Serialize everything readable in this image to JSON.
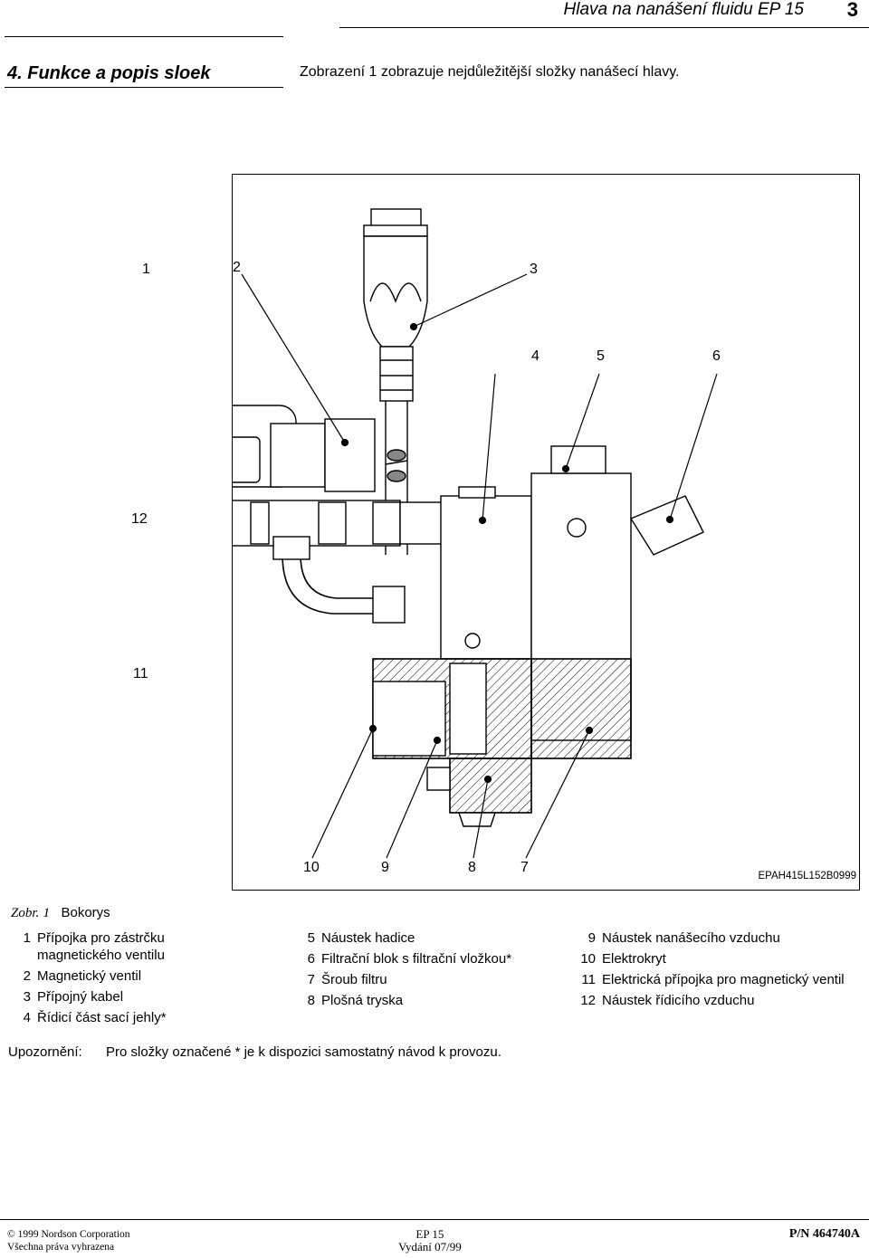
{
  "header": {
    "title": "Hlava na nanášení fluidu EP 15",
    "page_number": "3"
  },
  "section": {
    "title": "4.   Funkce a popis sloek",
    "intro": "Zobrazení 1 zobrazuje nejdůležitější složky nanášecí hlavy."
  },
  "figure": {
    "code": "EPAH415L152B0999",
    "labels": [
      "1",
      "2",
      "3",
      "4",
      "5",
      "6",
      "12",
      "11",
      "10",
      "9",
      "8",
      "7"
    ]
  },
  "caption": {
    "prefix": "Zobr.",
    "number": "1",
    "title": "Bokorys"
  },
  "legend": {
    "col1": [
      {
        "n": "1",
        "t": "Přípojka pro zástrčku magnetického ventilu"
      },
      {
        "n": "2",
        "t": "Magnetický ventil"
      },
      {
        "n": "3",
        "t": "Přípojný kabel"
      },
      {
        "n": "4",
        "t": "Řídicí část sací jehly*"
      }
    ],
    "col2": [
      {
        "n": "5",
        "t": "Náustek hadice"
      },
      {
        "n": "6",
        "t": "Filtrační blok s filtrační vložkou*"
      },
      {
        "n": "7",
        "t": "Šroub filtru"
      },
      {
        "n": "8",
        "t": "Plošná tryska"
      }
    ],
    "col3": [
      {
        "n": "9",
        "t": "Náustek nanášecího vzduchu"
      },
      {
        "n": "10",
        "t": "Elektrokryt"
      },
      {
        "n": "11",
        "t": "Elektrická přípojka pro magnetický ventil"
      },
      {
        "n": "12",
        "t": "Náustek řídicího vzduchu"
      }
    ]
  },
  "note": {
    "label": "Upozornění:",
    "text": "Pro složky označené * je k dispozici samostatný návod k provozu."
  },
  "footer": {
    "copyright": "© 1999 Nordson Corporation",
    "rights": "Všechna práva vyhrazena",
    "doc": "EP 15",
    "edition": "Vydání 07/99",
    "pn": "P/N 464740A"
  }
}
